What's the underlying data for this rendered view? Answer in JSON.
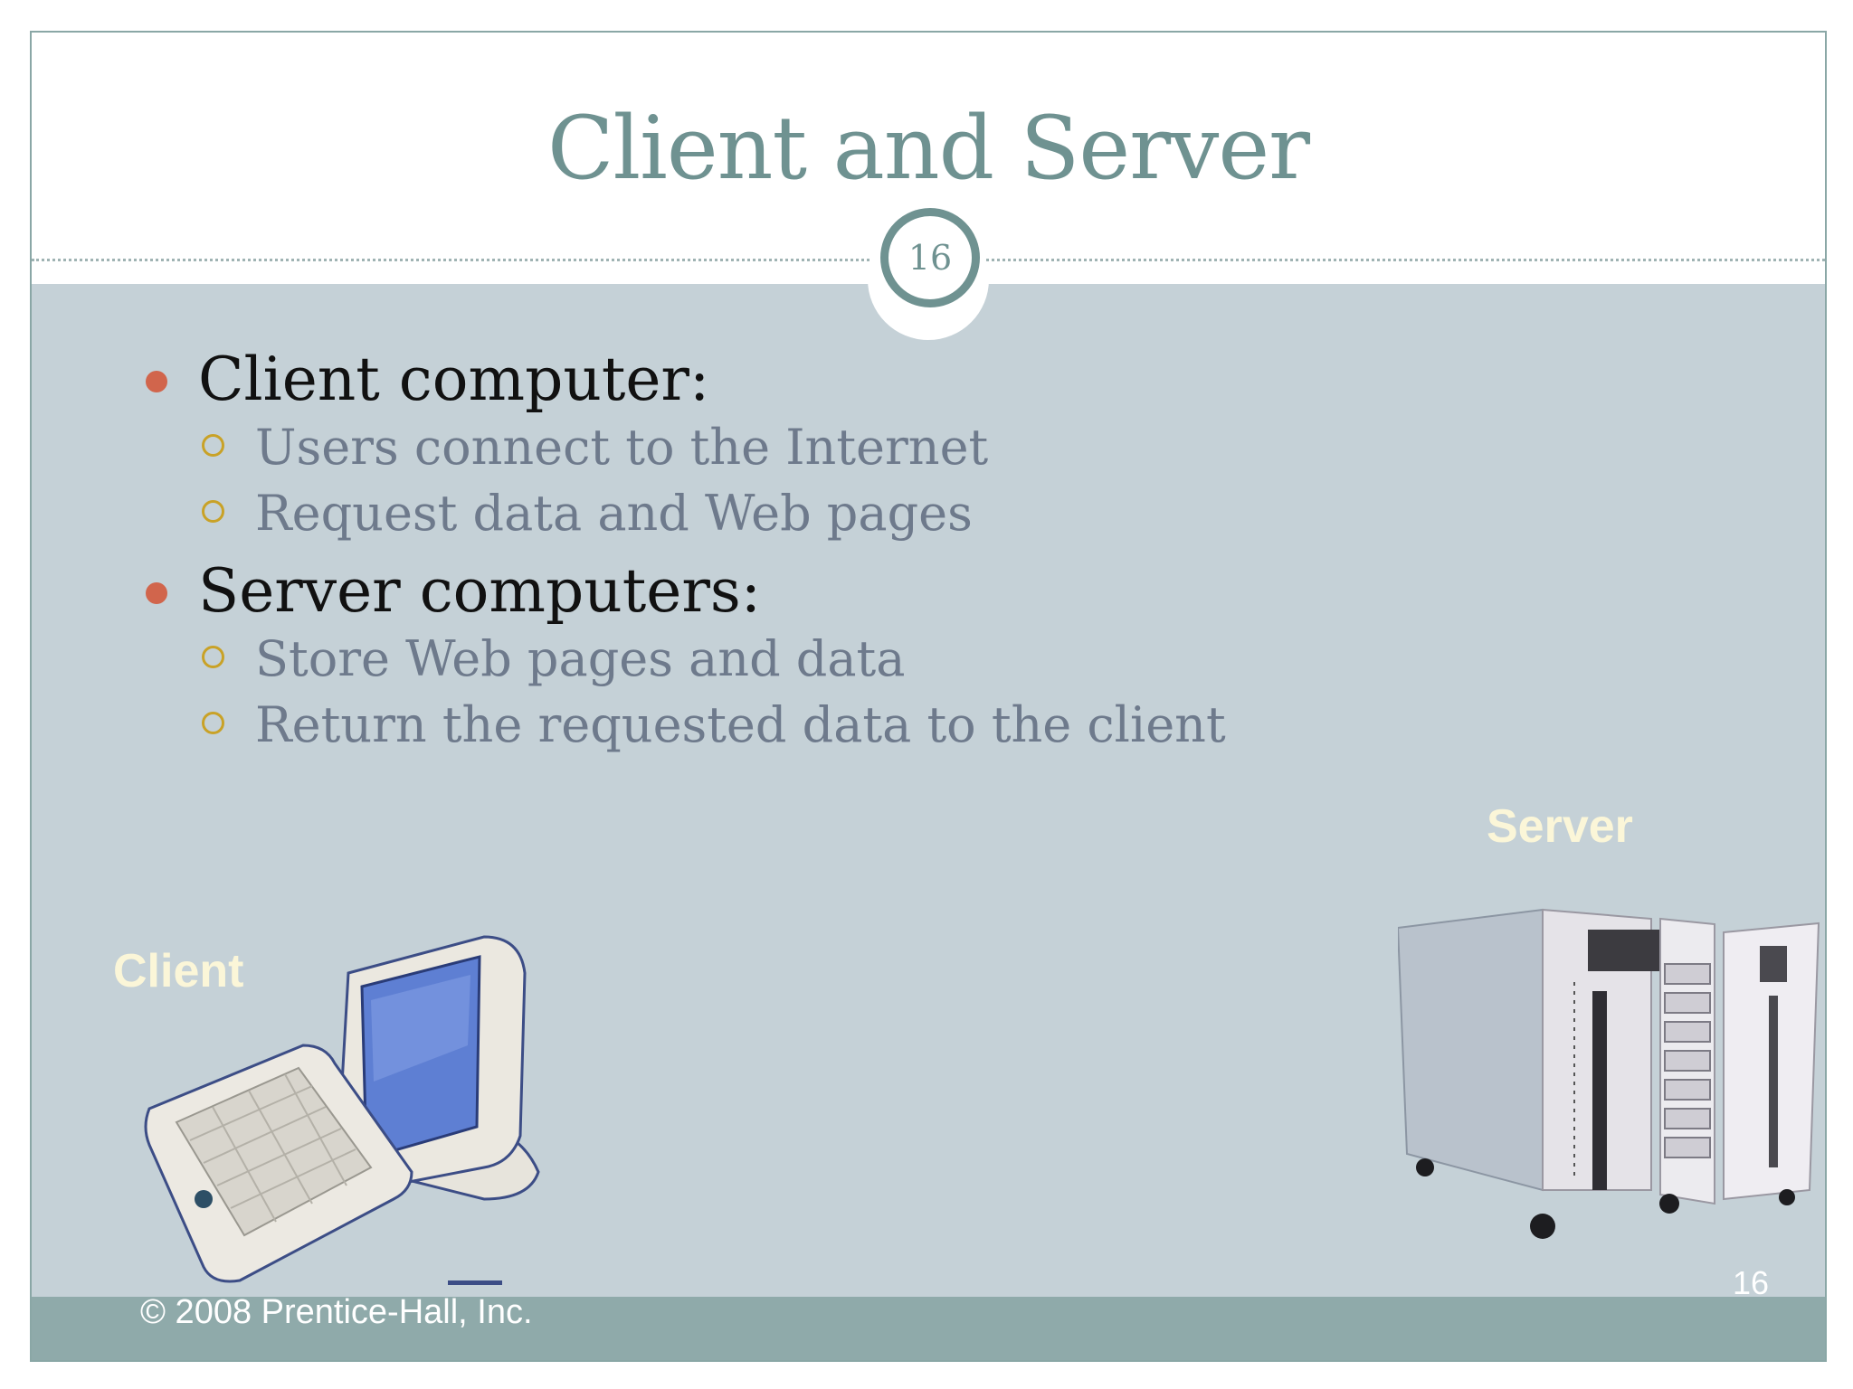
{
  "slide": {
    "title": "Client and Server",
    "badge_number": "16",
    "bullets": [
      {
        "text": "Client computer:",
        "sub": [
          "Users connect to the Internet",
          "Request data and Web pages"
        ]
      },
      {
        "text": "Server computers:",
        "sub": [
          "Store Web pages and data",
          "Return the requested data to the client"
        ]
      }
    ],
    "client_label": "Client",
    "server_label": "Server",
    "copyright": "© 2008 Prentice-Hall, Inc.",
    "page_number": "16"
  },
  "colors": {
    "title": "#6f9291",
    "content_background": "#c5d1d7",
    "footer_background": "#8faaaa",
    "primary_bullet": "#d1654c",
    "secondary_bullet": "#c9a227",
    "label_text": "#fbf6d8"
  },
  "icons": [
    "client-computer-image",
    "server-cabinet-image"
  ]
}
